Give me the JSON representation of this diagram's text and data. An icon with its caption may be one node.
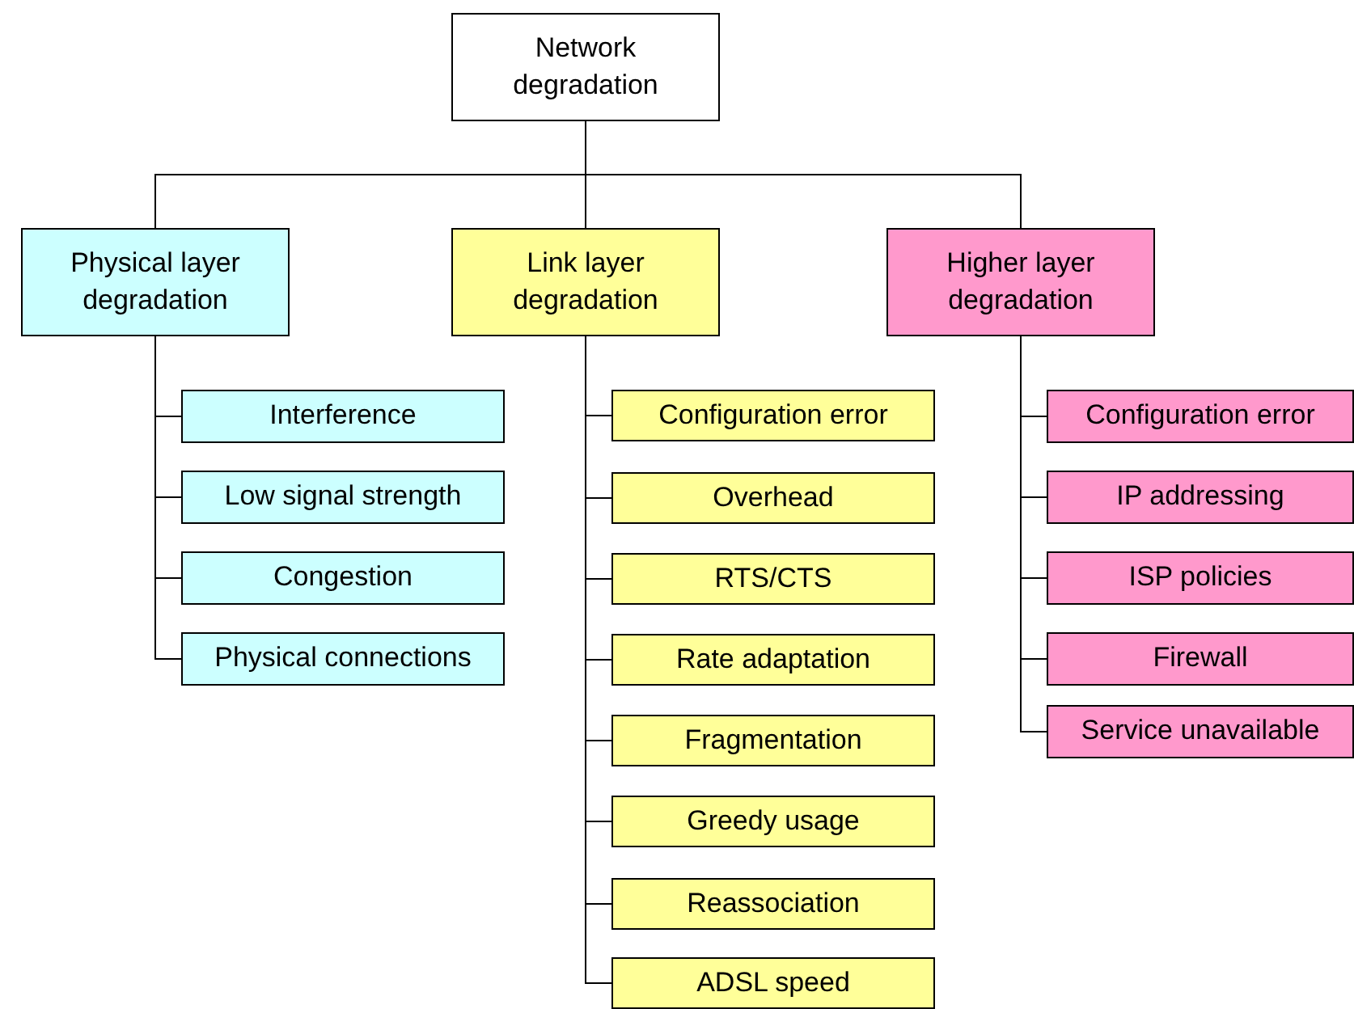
{
  "diagram": {
    "nodes": [
      {
        "text": [
          "Network degradation"
        ]
      },
      {
        "text": [
          "Physical layer degradation"
        ]
      },
      {
        "text": [
          "Link layer degradation"
        ]
      },
      {
        "text": [
          "Higher layer degradation"
        ]
      },
      {
        "text": [
          "Interference"
        ]
      },
      {
        "text": [
          "Low signal strength"
        ]
      },
      {
        "text": [
          "Congestion"
        ]
      },
      {
        "text": [
          "Physical connections"
        ]
      },
      {
        "text": [
          "Configuration error"
        ]
      },
      {
        "text": [
          "Overhead"
        ]
      },
      {
        "text": [
          "RTS/CTS"
        ]
      },
      {
        "text": [
          "Rate adaptation"
        ]
      },
      {
        "text": [
          "Fragmentation"
        ]
      },
      {
        "text": [
          "Greedy usage"
        ]
      },
      {
        "text": [
          "Reassociation"
        ]
      },
      {
        "text": [
          "ADSL speed"
        ]
      },
      {
        "text": [
          "Configuration error"
        ]
      },
      {
        "text": [
          "IP addressing"
        ]
      },
      {
        "text": [
          "ISP policies"
        ]
      },
      {
        "text": [
          "Firewall"
        ]
      },
      {
        "text": [
          "Service unavailable"
        ]
      }
    ],
    "edges": [
      {
        "from": 0,
        "to": 1,
        "arrow": "none"
      },
      {
        "from": 0,
        "to": 2,
        "arrow": "none"
      },
      {
        "from": 0,
        "to": 3,
        "arrow": "none"
      },
      {
        "from": 1,
        "to": 4,
        "arrow": "none"
      },
      {
        "from": 1,
        "to": 5,
        "arrow": "none"
      },
      {
        "from": 1,
        "to": 6,
        "arrow": "none"
      },
      {
        "from": 1,
        "to": 7,
        "arrow": "none"
      },
      {
        "from": 2,
        "to": 8,
        "arrow": "none"
      },
      {
        "from": 2,
        "to": 9,
        "arrow": "none"
      },
      {
        "from": 2,
        "to": 10,
        "arrow": "none"
      },
      {
        "from": 2,
        "to": 11,
        "arrow": "none"
      },
      {
        "from": 2,
        "to": 12,
        "arrow": "none"
      },
      {
        "from": 2,
        "to": 13,
        "arrow": "none"
      },
      {
        "from": 2,
        "to": 14,
        "arrow": "none"
      },
      {
        "from": 2,
        "to": 15,
        "arrow": "none"
      },
      {
        "from": 3,
        "to": 16,
        "arrow": "none"
      },
      {
        "from": 3,
        "to": 17,
        "arrow": "none"
      },
      {
        "from": 3,
        "to": 18,
        "arrow": "none"
      },
      {
        "from": 3,
        "to": 19,
        "arrow": "none"
      },
      {
        "from": 3,
        "to": 20,
        "arrow": "none"
      }
    ]
  }
}
